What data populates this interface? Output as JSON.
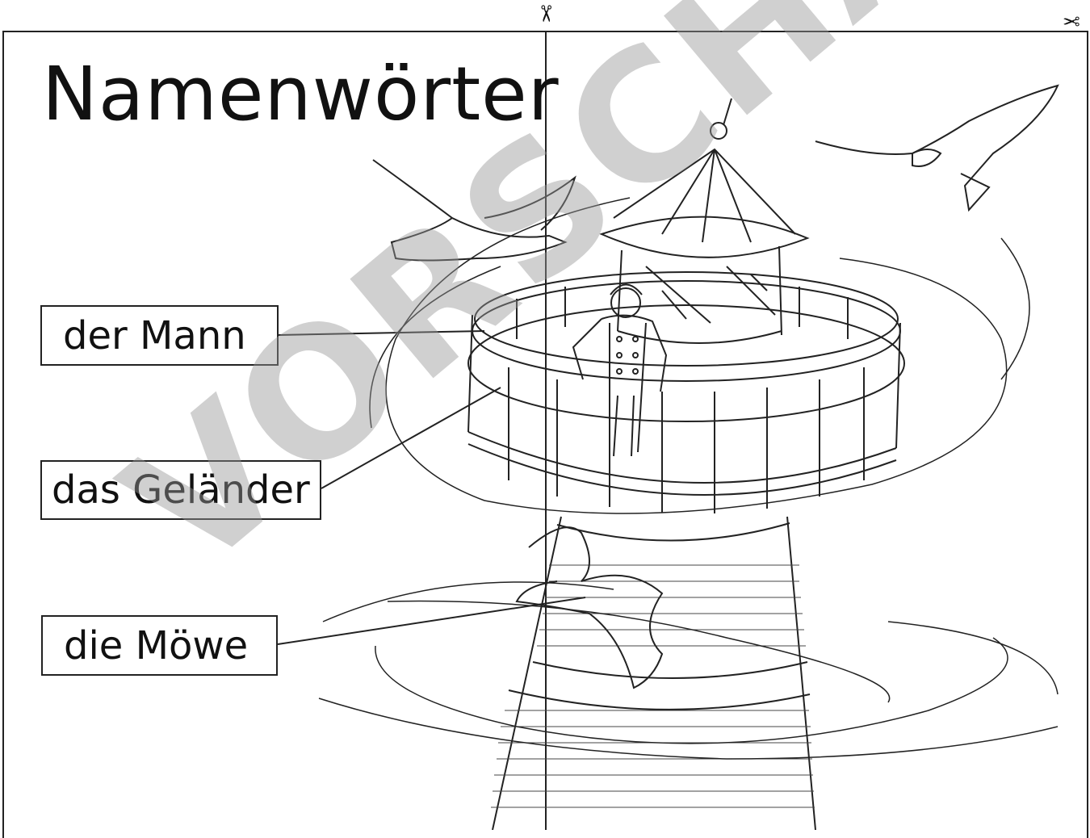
{
  "title": "Namenwörter",
  "labels": [
    {
      "text": "der Mann"
    },
    {
      "text": "das Geländer"
    },
    {
      "text": "die Möwe"
    }
  ],
  "watermark": "VORSCHAU",
  "icons": {
    "scissors_top": "scissors-icon",
    "scissors_right": "scissors-icon"
  }
}
